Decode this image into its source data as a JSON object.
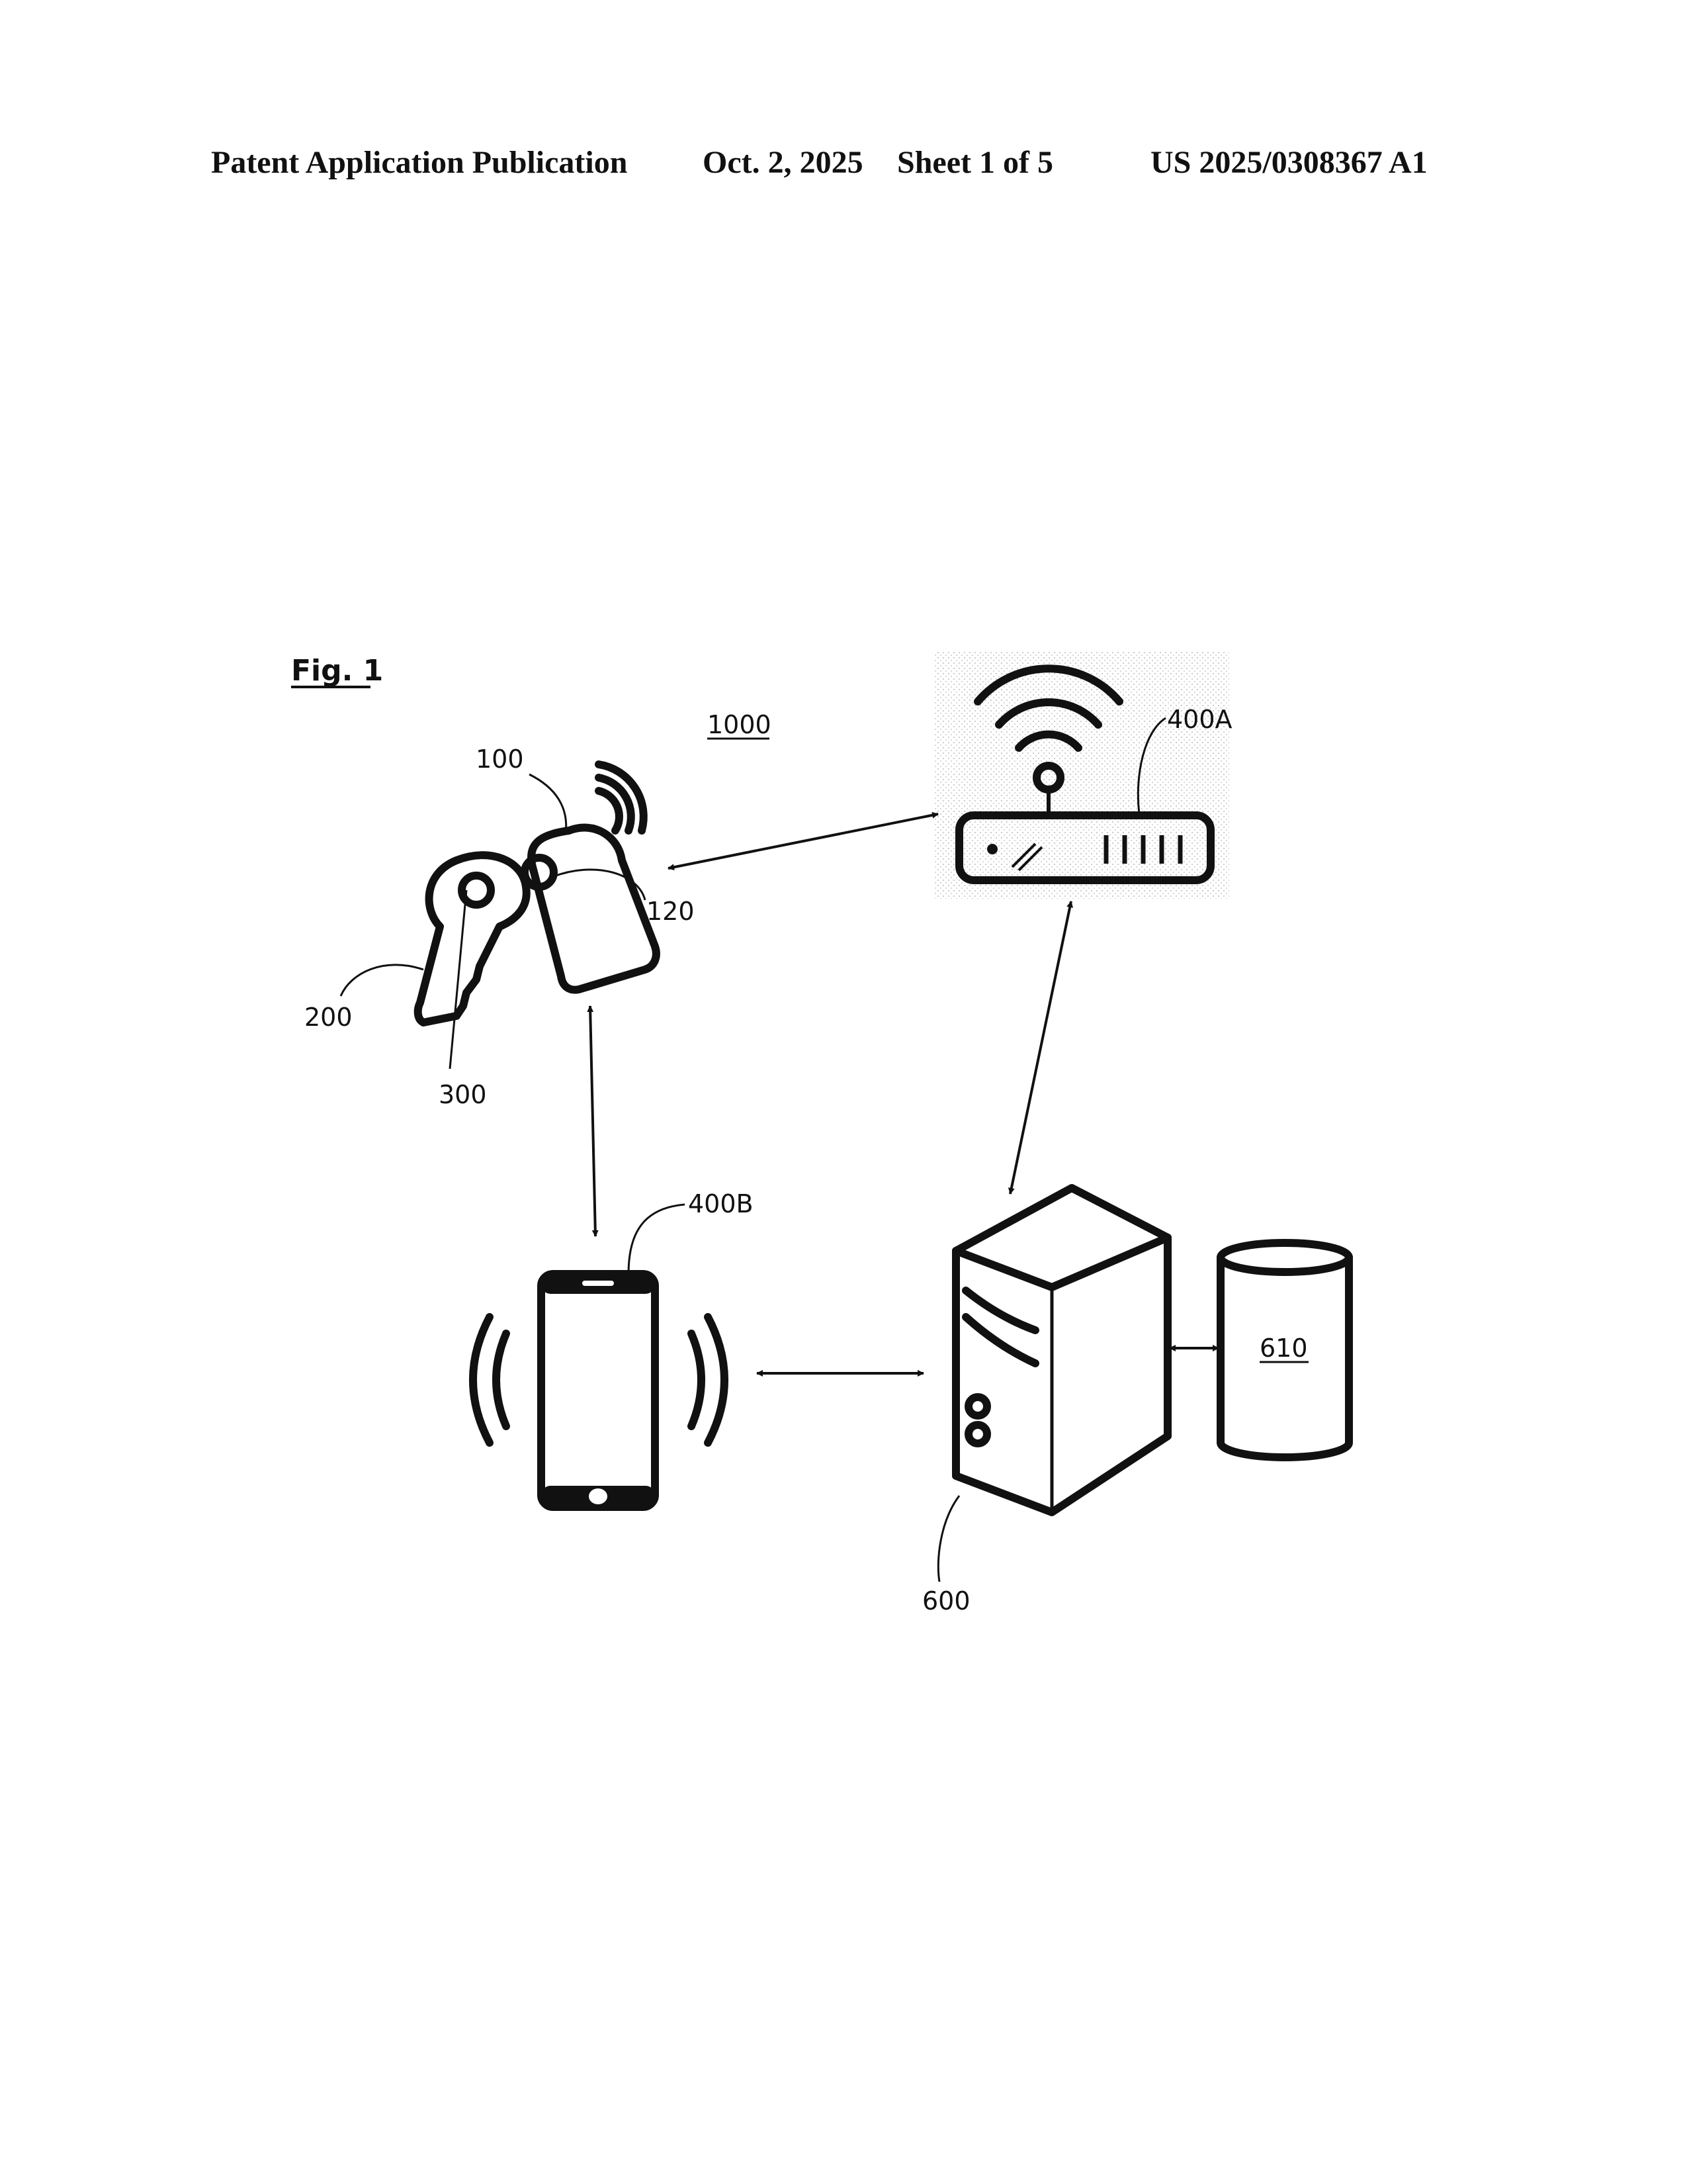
{
  "header": {
    "publication_type": "Patent Application Publication",
    "date": "Oct. 2, 2025",
    "sheet": "Sheet 1 of 5",
    "publication_number": "US 2025/0308367 A1"
  },
  "figure": {
    "title": "Fig. 1",
    "system_label": "1000",
    "labels": {
      "tag": "100",
      "tag_ring": "120",
      "key": "200",
      "key_ring": "300",
      "router": "400A",
      "phone": "400B",
      "server": "600",
      "database": "610"
    }
  }
}
